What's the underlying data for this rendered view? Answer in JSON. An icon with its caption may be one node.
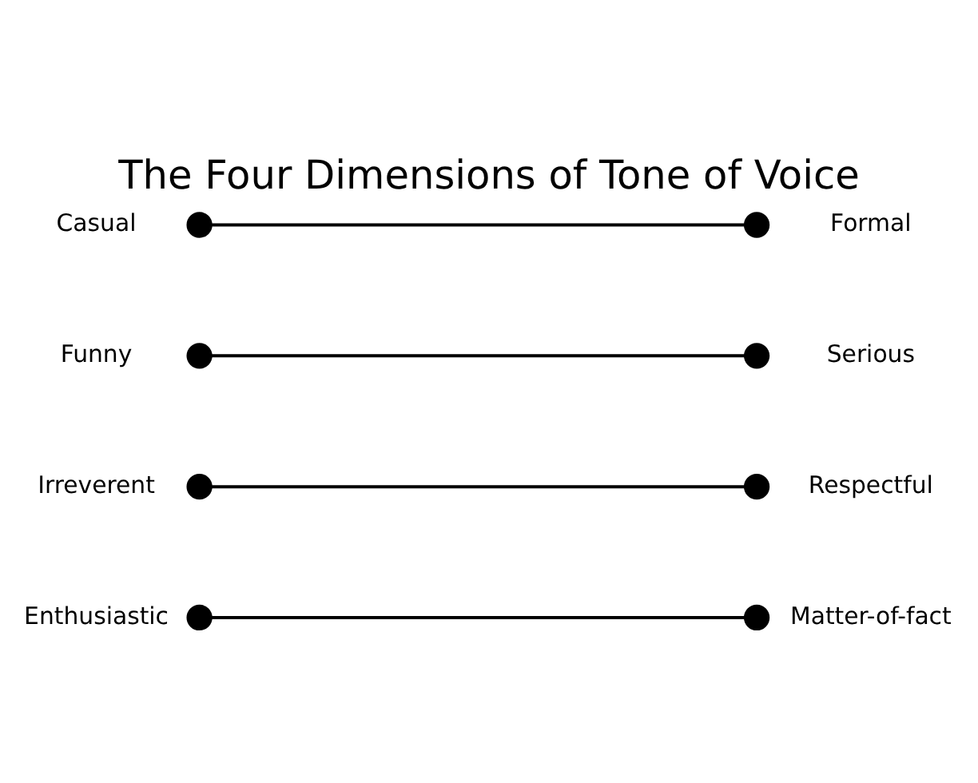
{
  "diagram": {
    "title": "The Four Dimensions of Tone of Voice",
    "nodes": [
      {
        "text": [],
        "shape": "circle",
        "beside": [
          "Casual"
        ]
      },
      {
        "text": [],
        "shape": "circle",
        "beside": [
          "Formal"
        ]
      },
      {
        "text": [],
        "shape": "circle",
        "beside": [
          "Funny"
        ]
      },
      {
        "text": [],
        "shape": "circle",
        "beside": [
          "Serious"
        ]
      },
      {
        "text": [],
        "shape": "circle",
        "beside": [
          "Irreverent"
        ]
      },
      {
        "text": [],
        "shape": "circle",
        "beside": [
          "Respectful"
        ]
      },
      {
        "text": [],
        "shape": "circle",
        "beside": [
          "Enthusiastic"
        ]
      },
      {
        "text": [],
        "shape": "circle",
        "beside": [
          "Matter-of-fact"
        ]
      }
    ],
    "edges": [
      {
        "from": 0,
        "to": 1,
        "arrow": "none"
      },
      {
        "from": 2,
        "to": 3,
        "arrow": "none"
      },
      {
        "from": 4,
        "to": 5,
        "arrow": "none"
      },
      {
        "from": 6,
        "to": 7,
        "arrow": "none"
      }
    ]
  }
}
